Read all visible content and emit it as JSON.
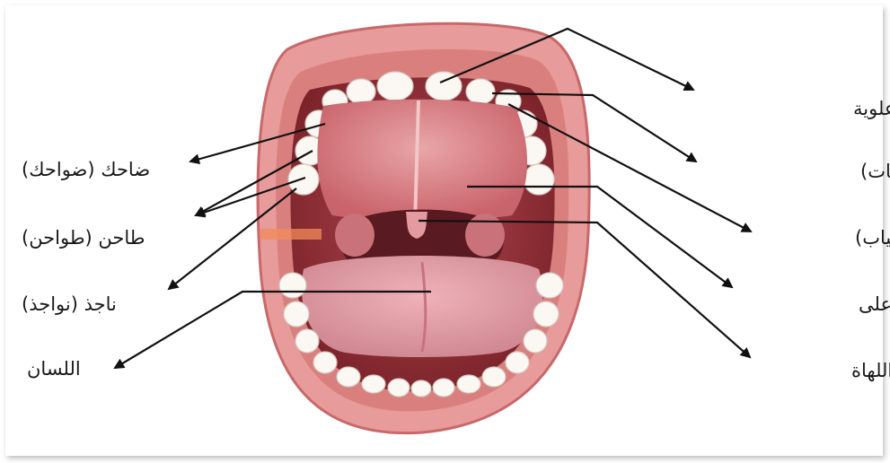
{
  "labels": {
    "central_incisor": "ثنية (ثنايا) علوية",
    "lateral_incisor": "رَباعية (رَباعيات)",
    "canine": "ناب (أنياب)",
    "hard_palate": "الحنك الأعلى",
    "uvula": "اللهاة",
    "premolar_canine": "ضاحك (ضواحك)",
    "molar": "طاحن (طواحن)",
    "wisdom": "ناجذ (نواجذ)",
    "tongue": "اللسان"
  },
  "colors": {
    "lips": "#e79b9a",
    "lips_dark": "#c8686a",
    "mouth_cavity": "#8b2c32",
    "palate": "#d77f84",
    "palate_light": "#e8a3a4",
    "tongue": "#de9aa2",
    "teeth": "#fbf8f4",
    "throat": "#5a1a22",
    "arrow": "#111111"
  }
}
